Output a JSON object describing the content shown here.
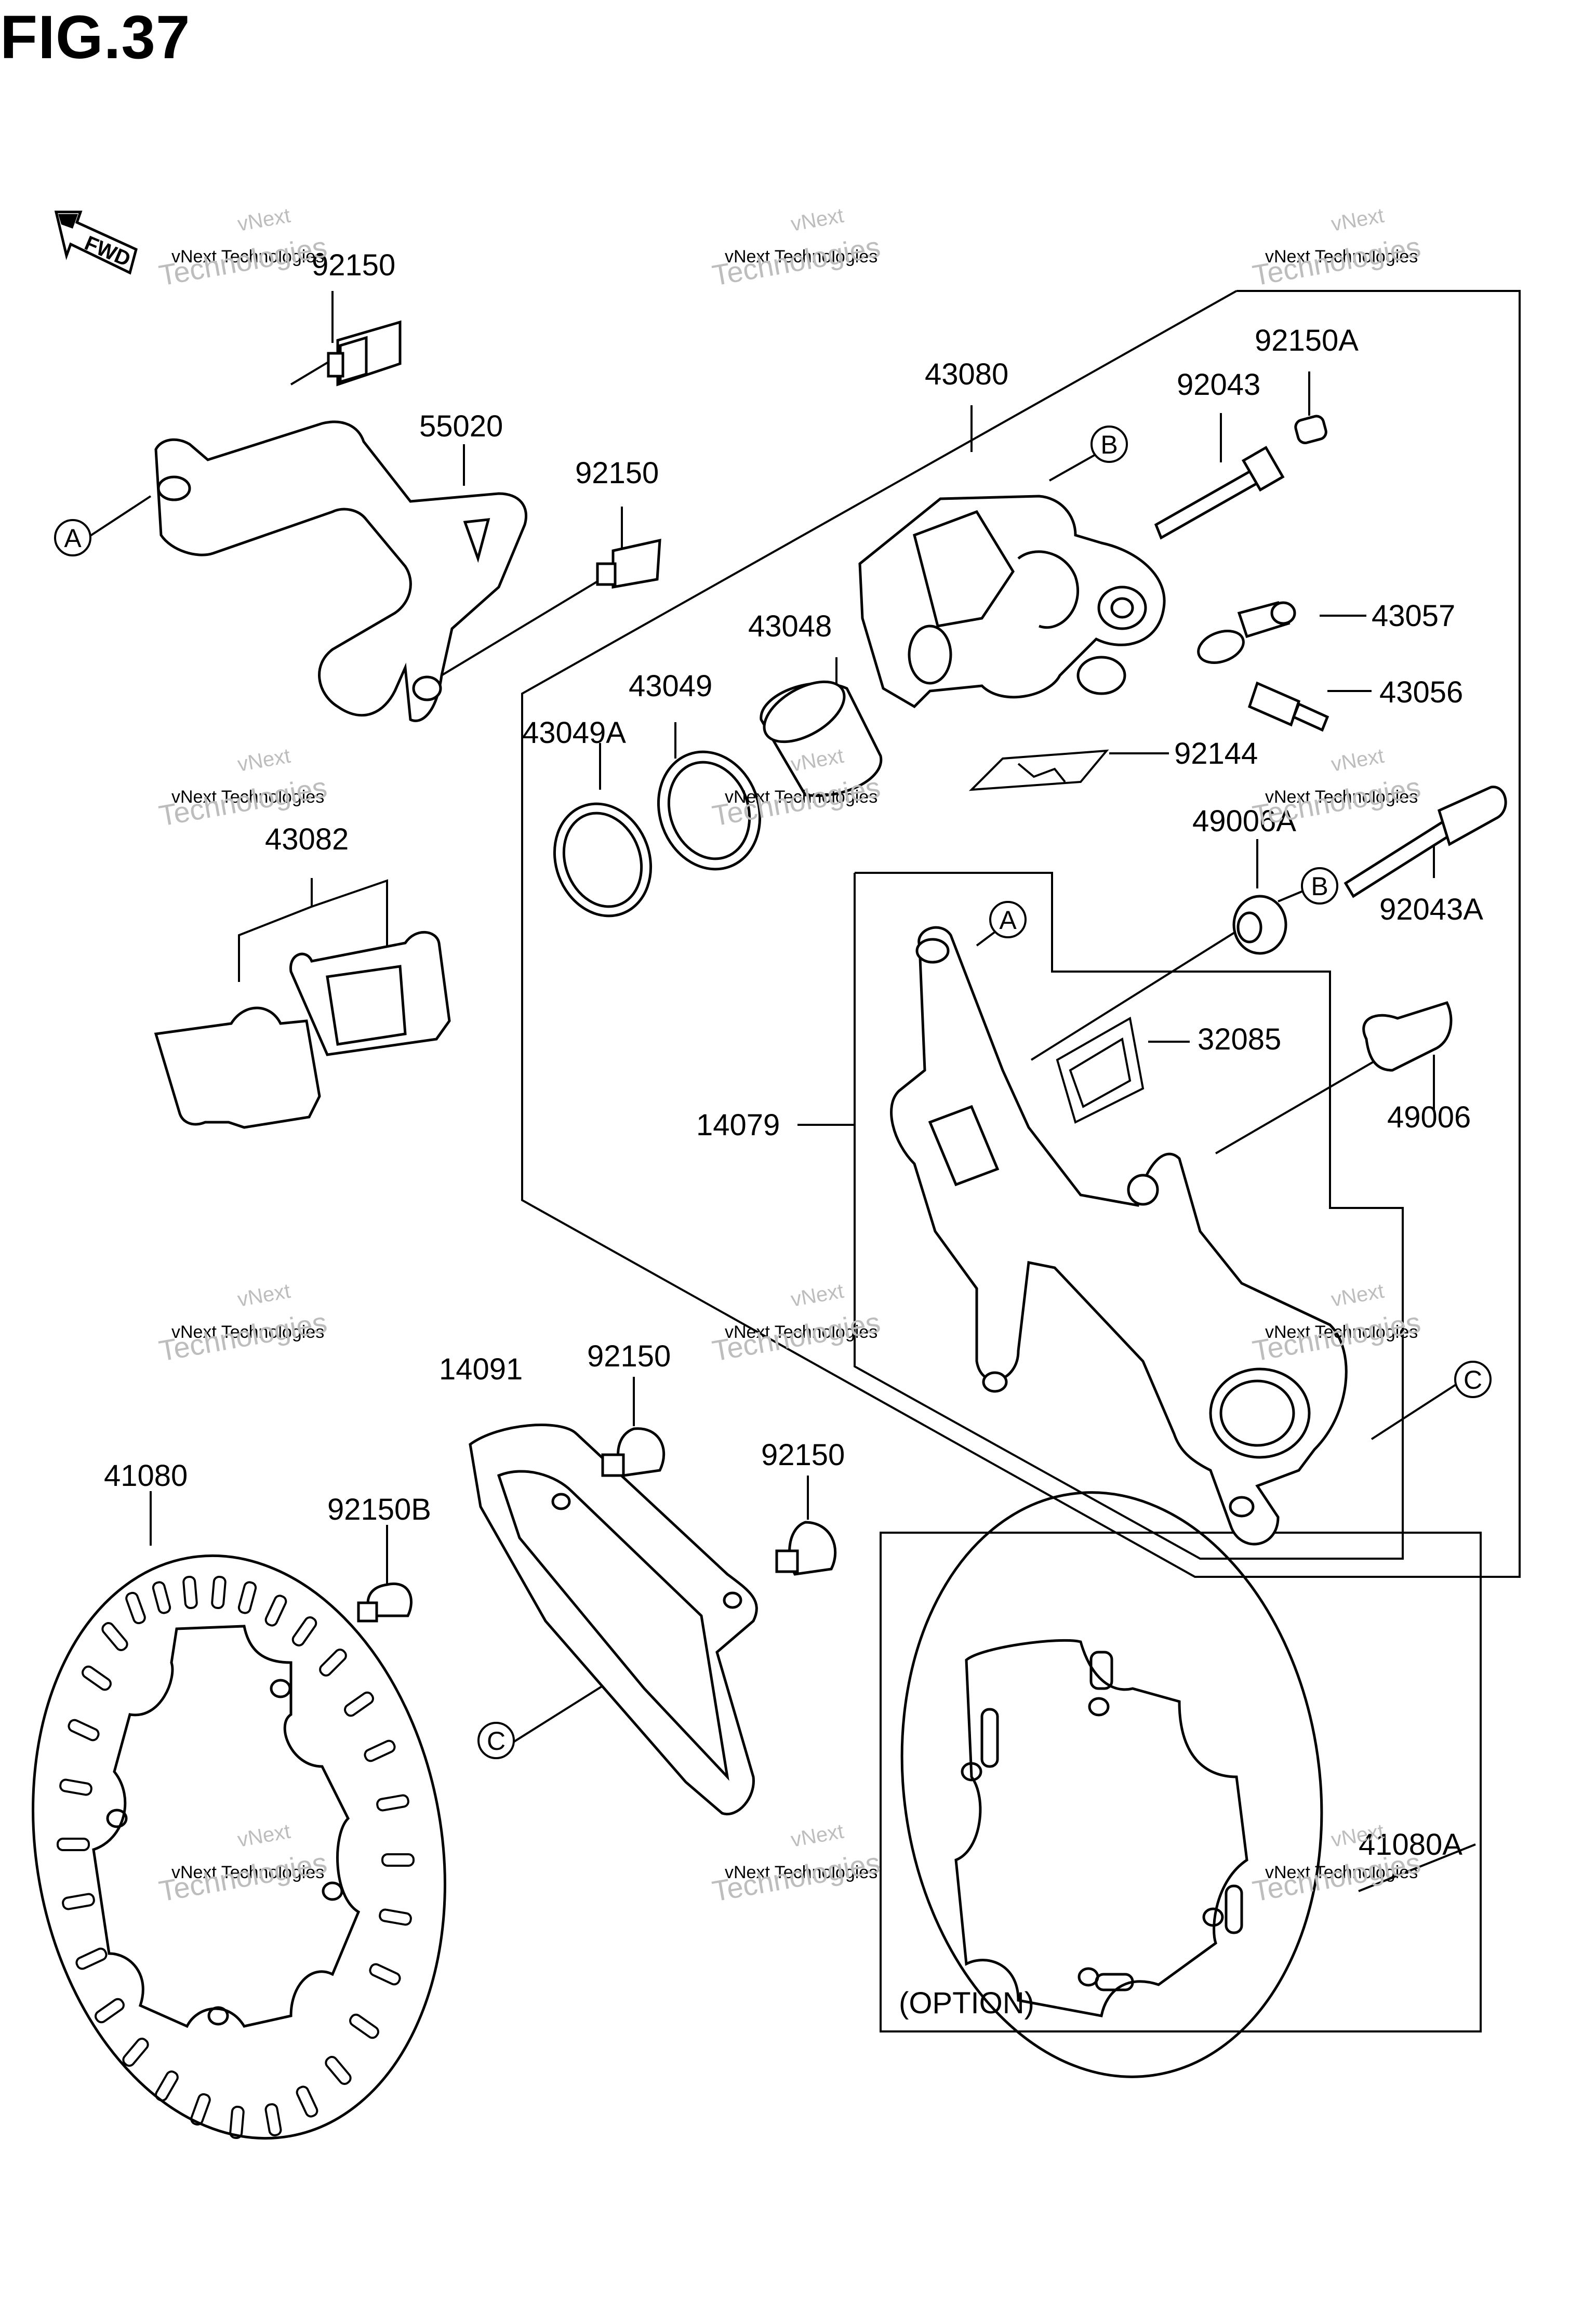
{
  "figure": {
    "title": "FIG.37",
    "direction_label": "FWD",
    "option_label": "(OPTION)"
  },
  "watermark": {
    "line1": "vNext",
    "line2": "Technologies",
    "line3": "vNext Technologies"
  },
  "callouts": {
    "a": "A",
    "b": "B",
    "c": "C"
  },
  "parts": {
    "p92150_top": "92150",
    "p55020": "55020",
    "p92150_mid": "92150",
    "p43080": "43080",
    "p92150a": "92150A",
    "p92043": "92043",
    "p43057": "43057",
    "p43056": "43056",
    "p43048": "43048",
    "p43049": "43049",
    "p43049a": "43049A",
    "p92144": "92144",
    "p43082": "43082",
    "p49006a": "49006A",
    "p92043a": "92043A",
    "p32085": "32085",
    "p14079": "14079",
    "p49006": "49006",
    "p14091": "14091",
    "p92150_g1": "92150",
    "p92150_g2": "92150",
    "p41080": "41080",
    "p92150b": "92150B",
    "p41080a": "41080A"
  }
}
